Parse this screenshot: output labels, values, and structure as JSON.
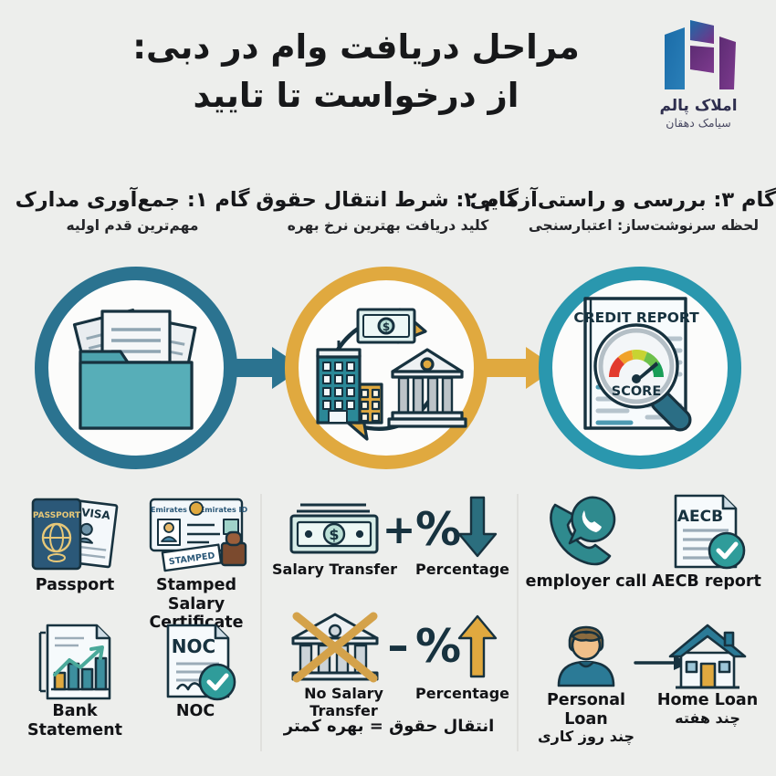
{
  "meta": {
    "background_color": "#edeeec",
    "accent_teal_dark": "#2b7390",
    "accent_gold": "#e0a93f",
    "accent_teal_bright": "#2a97ae"
  },
  "header": {
    "title_line1": "مراحل دریافت وام در دبی:",
    "title_line2": "از درخواست تا تایید",
    "logo": {
      "name_fa": "املاک پالم",
      "subtitle_fa": "سیامک دهقان",
      "color_blue": "#1b6ca8",
      "color_purple": "#6b2f7a"
    }
  },
  "steps": [
    {
      "id": "step-1",
      "heading": "گام ۱: جمع‌آوری مدارک",
      "subheading": "مهم‌ترین قدم اولیه",
      "ring_color": "#2b7390",
      "icon": "folder-documents-icon"
    },
    {
      "id": "step-2",
      "heading": "گام ۲: شرط انتقال حقوق",
      "subheading": "کلید دریافت بهترین نرخ بهره",
      "ring_color": "#e0a93f",
      "icon": "salary-transfer-cycle-icon"
    },
    {
      "id": "step-3",
      "heading": "گام ۳: بررسی و راستی‌آزمایی",
      "subheading": "لحظه سرنوشت‌ساز: اعتبارسنجی",
      "ring_color": "#2a97ae",
      "icon": "credit-report-magnifier-icon"
    }
  ],
  "connectors": [
    {
      "id": "arrow-1-2",
      "color": "#2b7390",
      "direction": "right"
    },
    {
      "id": "arrow-2-3",
      "color": "#e0a93f",
      "direction": "right"
    }
  ],
  "credit_report": {
    "doc_title": "CREDIT REPORT",
    "gauge_label": "SCORE"
  },
  "panel_documents": {
    "items": [
      {
        "label": "Passport",
        "icon": "passport-visa-icon",
        "badge": "PASSPORT",
        "badge2": "VISA"
      },
      {
        "label_line1": "Stamped Salary",
        "label_line2": "Certificate",
        "icon": "emirates-id-stamp-icon",
        "card_left": "Emirates",
        "card_right": "Emirates ID",
        "stamp_text": "STAMPED"
      },
      {
        "label_line1": "Bank",
        "label_line2": "Statement",
        "icon": "bank-statement-chart-icon"
      },
      {
        "label": "NOC",
        "icon": "noc-document-check-icon",
        "doc_text": "NOC"
      }
    ]
  },
  "panel_salary": {
    "row1": {
      "left_label": "Salary Transfer",
      "operator": "+",
      "right_label": "Percentage",
      "percent_symbol": "%",
      "arrow_direction": "down",
      "arrow_color": "#2b6e7e"
    },
    "row2": {
      "left_label": "No Salary Transfer",
      "operator": "–",
      "right_label": "Percentage",
      "percent_symbol": "%",
      "arrow_direction": "up",
      "arrow_color": "#e0a93f"
    },
    "caption_fa": "انتقال حقوق = بهره کمتر"
  },
  "panel_verification": {
    "items": [
      {
        "label": "employer call",
        "icon": "phone-call-icon"
      },
      {
        "label": "AECB report",
        "icon": "aecb-report-check-icon",
        "doc_text": "AECB"
      },
      {
        "label_en": "Personal Loan",
        "label_fa": "چند روز کاری",
        "icon": "person-icon"
      },
      {
        "label_en": "Home Loan",
        "label_fa": "چند هفته",
        "icon": "house-icon"
      }
    ],
    "flow_arrow": "arrow-personal-to-home"
  }
}
